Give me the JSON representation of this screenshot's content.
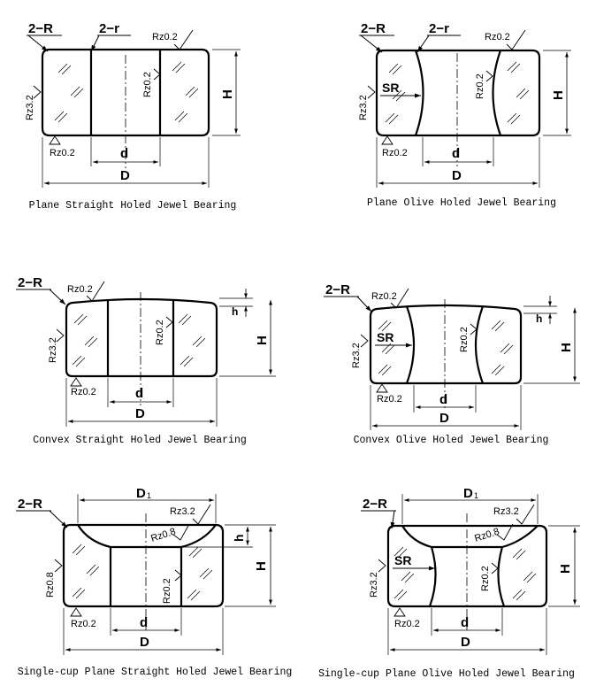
{
  "captions": {
    "plane_straight": "Plane Straight Holed Jewel Bearing",
    "plane_olive": "Plane Olive Holed Jewel Bearing",
    "convex_straight": "Convex Straight Holed Jewel Bearing",
    "convex_olive": "Convex Olive Holed Jewel Bearing",
    "cup_straight": "Single-cup Plane Straight Holed Jewel Bearing",
    "cup_olive": "Single-cup Plane Olive Holed Jewel Bearing"
  },
  "labels": {
    "two_R": "2−R",
    "two_r": "2−r",
    "D": "D",
    "d": "d",
    "H": "H",
    "h": "h",
    "SR": "SR",
    "D1": "D",
    "D1_sub": "1"
  },
  "roughness": {
    "rz02": "Rz0.2",
    "rz32": "Rz3.2",
    "rz08": "Rz0.8"
  }
}
